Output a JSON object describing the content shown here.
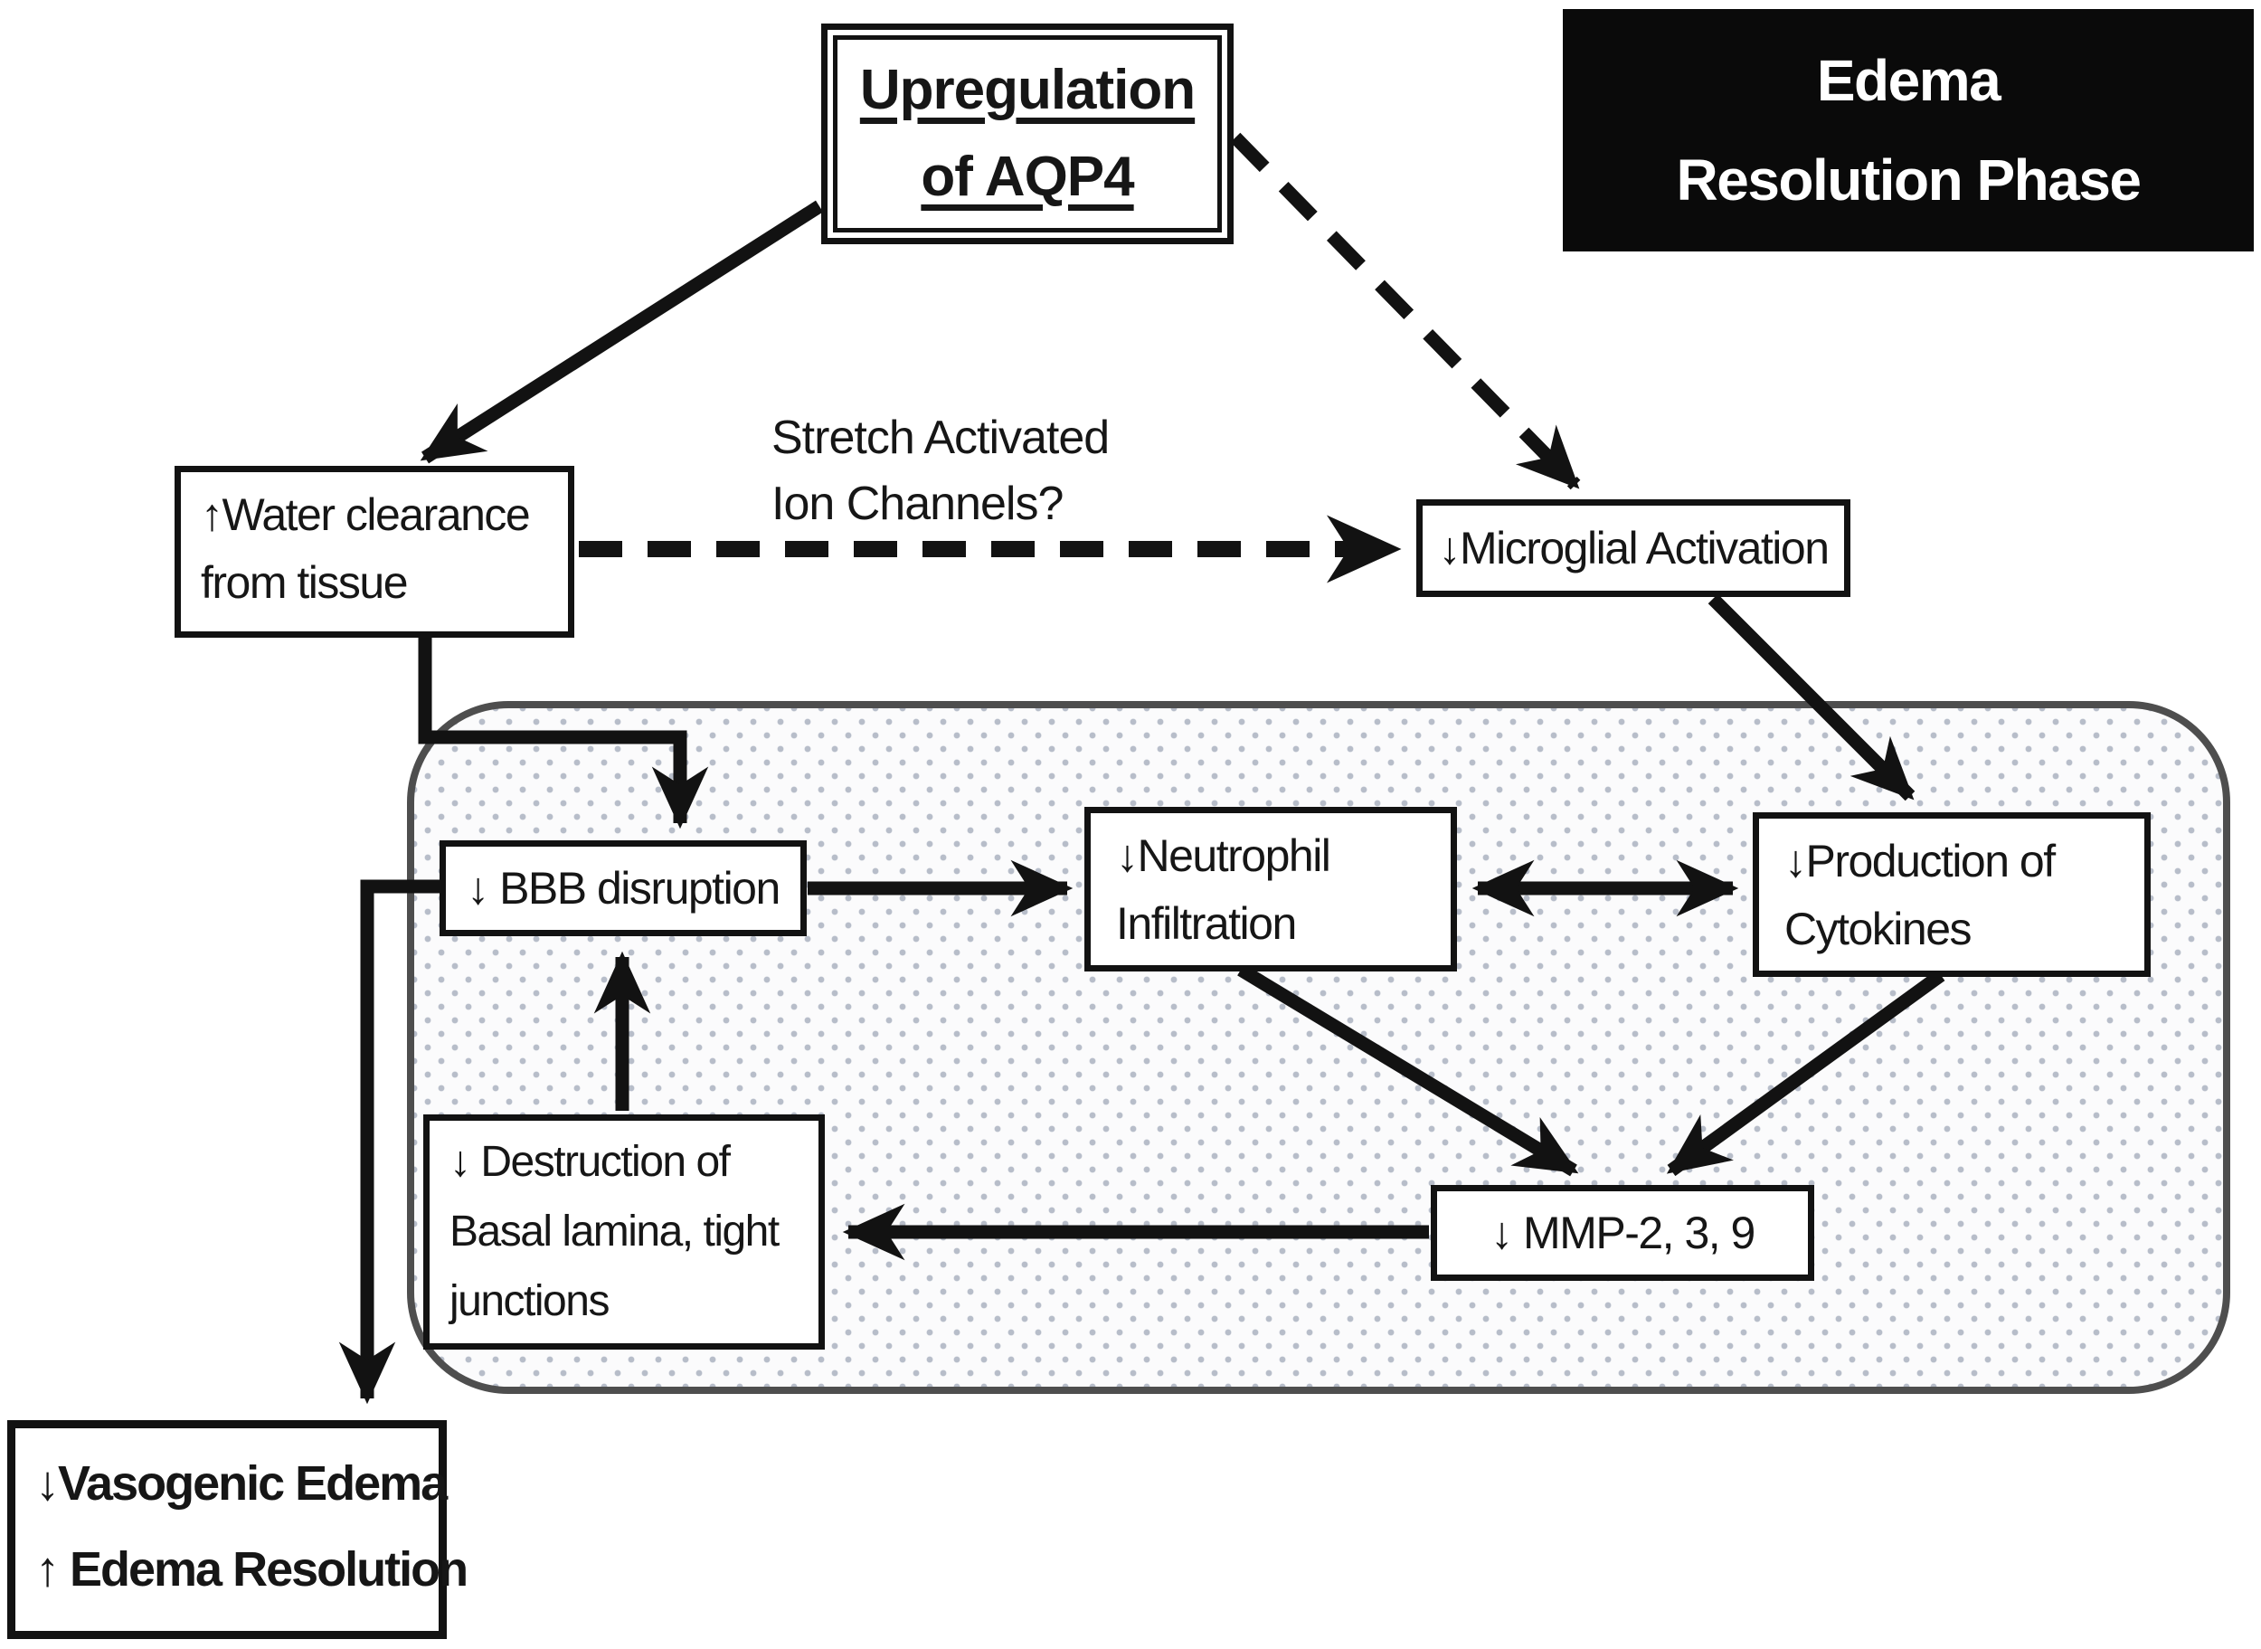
{
  "diagram": {
    "phase_title": {
      "lines": [
        "Edema",
        "Resolution Phase"
      ]
    },
    "nodes": {
      "aqp4": {
        "lines": [
          "Upregulation",
          "of AQP4"
        ]
      },
      "water_clearance": {
        "lines": [
          "↑Water clearance",
          "from tissue"
        ]
      },
      "microglial": {
        "label": "↓Microglial Activation"
      },
      "bbb": {
        "label": "↓ BBB disruption"
      },
      "neutrophil": {
        "lines": [
          "↓Neutrophil",
          "Infiltration"
        ]
      },
      "cytokines": {
        "lines": [
          "↓Production of",
          "Cytokines"
        ]
      },
      "destruction": {
        "lines": [
          "↓ Destruction of",
          "Basal lamina, tight",
          "junctions"
        ]
      },
      "mmp": {
        "label": "↓ MMP-2, 3, 9"
      },
      "outcome": {
        "lines": [
          "↓Vasogenic Edema",
          "↑ Edema Resolution"
        ]
      }
    },
    "annotations": {
      "ion_channels": {
        "lines": [
          "Stretch Activated",
          "Ion Channels?"
        ]
      }
    },
    "edges": [
      {
        "from": "aqp4",
        "to": "water_clearance",
        "style": "solid"
      },
      {
        "from": "aqp4",
        "to": "microglial",
        "style": "dashed"
      },
      {
        "from": "water_clearance",
        "to": "microglial",
        "style": "dashed",
        "label": "Stretch Activated Ion Channels?"
      },
      {
        "from": "microglial",
        "to": "cytokines",
        "style": "solid"
      },
      {
        "from": "water_clearance",
        "to": "bbb",
        "style": "solid-elbow"
      },
      {
        "from": "bbb",
        "to": "neutrophil",
        "style": "solid"
      },
      {
        "from": "neutrophil",
        "to": "cytokines",
        "style": "solid",
        "bidirectional": true
      },
      {
        "from": "neutrophil",
        "to": "mmp",
        "style": "solid"
      },
      {
        "from": "cytokines",
        "to": "mmp",
        "style": "solid"
      },
      {
        "from": "mmp",
        "to": "destruction",
        "style": "solid"
      },
      {
        "from": "destruction",
        "to": "bbb",
        "style": "solid"
      },
      {
        "from": "bbb",
        "to": "outcome",
        "style": "solid-elbow"
      }
    ],
    "colors": {
      "ink": "#121212",
      "panel_border": "#4e4e4e",
      "panel_dots": "#b7bdc9",
      "panel_bg": "#fbfbfc",
      "phase_bg": "#0a0a0a",
      "phase_fg": "#ffffff"
    }
  }
}
